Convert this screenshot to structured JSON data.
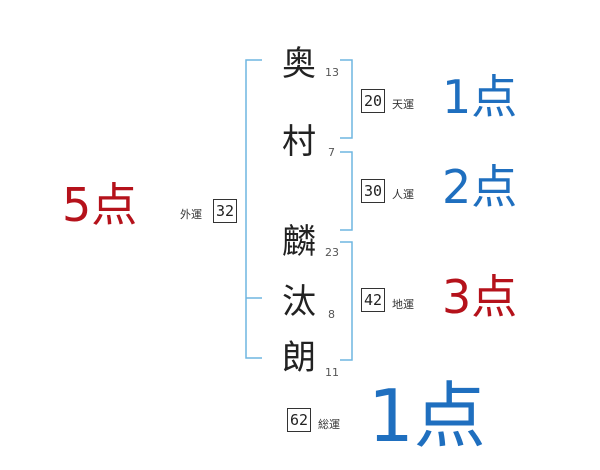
{
  "name_chars": [
    {
      "char": "奥",
      "strokes": "13"
    },
    {
      "char": "村",
      "strokes": "7"
    },
    {
      "char": "麟",
      "strokes": "23"
    },
    {
      "char": "汰",
      "strokes": "8"
    },
    {
      "char": "朗",
      "strokes": "11"
    }
  ],
  "fortunes": {
    "tenun": {
      "value": "20",
      "label": "天運",
      "score": "1点",
      "color": "#1f6fbf"
    },
    "jinun": {
      "value": "30",
      "label": "人運",
      "score": "2点",
      "color": "#1f6fbf"
    },
    "chiun": {
      "value": "42",
      "label": "地運",
      "score": "3点",
      "color": "#b5121b"
    },
    "gaiun": {
      "value": "32",
      "label": "外運",
      "score": "5点",
      "color": "#b5121b"
    },
    "souun": {
      "value": "62",
      "label": "総運",
      "score": "1点",
      "color": "#1f6fbf"
    }
  },
  "line_color": "#6fb6e0"
}
